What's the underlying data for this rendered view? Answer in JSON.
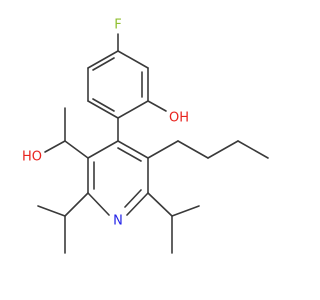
{
  "molecule": {
    "atoms": {
      "fluorine": {
        "text": "F",
        "color": "#8fbf2f"
      },
      "phenol_hydroxyl": {
        "text": "OH",
        "color": "#e8231e"
      },
      "side_chain_hydroxyl": {
        "text": "HO",
        "color": "#e8231e"
      },
      "pyridine_nitrogen": {
        "text": "N",
        "color": "#2323e8"
      }
    },
    "bond_color": "#3a3a3a",
    "background": "#ffffff"
  }
}
